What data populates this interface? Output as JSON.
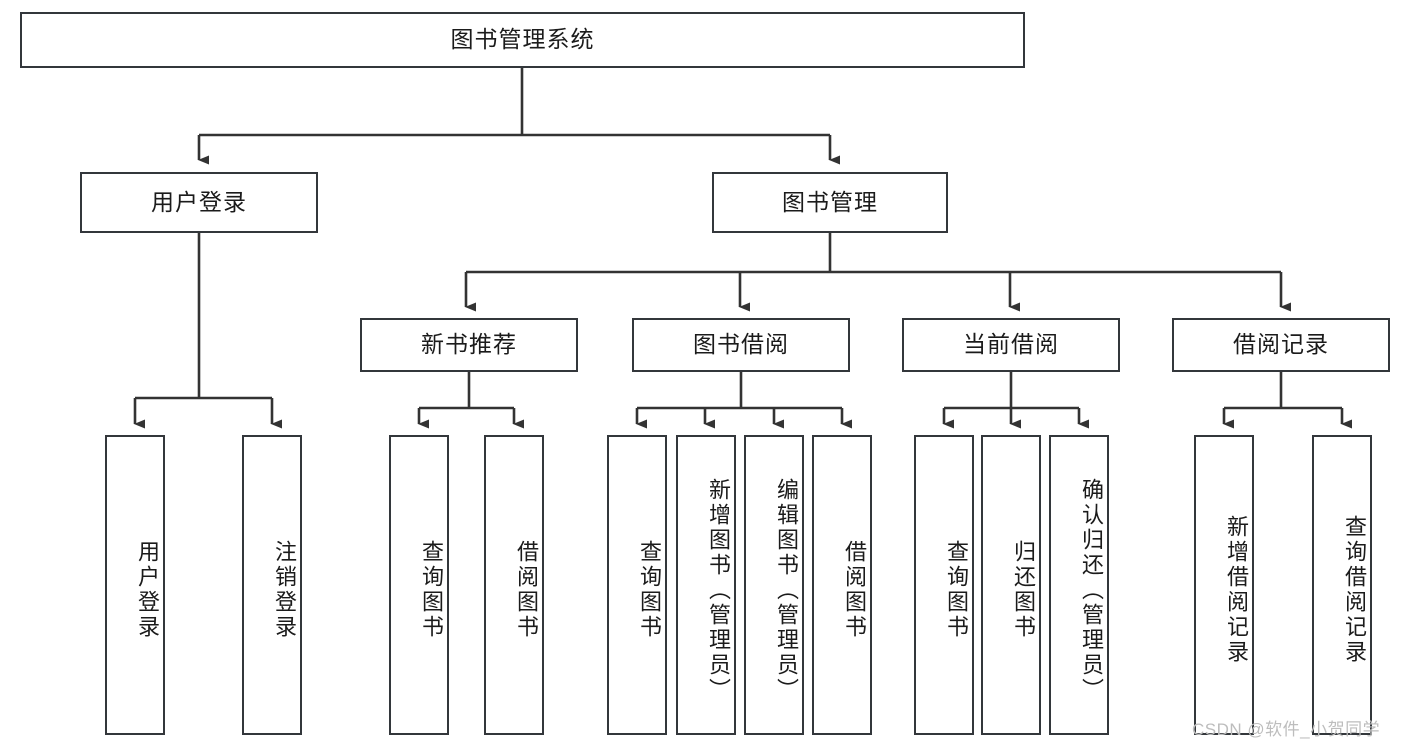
{
  "diagram": {
    "title": "图书管理系统",
    "watermark": "CSDN @软件_小贺同学",
    "colors": {
      "box_border": "#33373b",
      "box_fill": "#ffffff",
      "edge": "#333333",
      "text": "#1b1b1b",
      "watermark": "#bdbdbd"
    },
    "nodes": {
      "root": {
        "label": "图书管理系统"
      },
      "level2": [
        {
          "label": "用户登录"
        },
        {
          "label": "图书管理"
        }
      ],
      "level3": [
        {
          "label": "新书推荐"
        },
        {
          "label": "图书借阅"
        },
        {
          "label": "当前借阅"
        },
        {
          "label": "借阅记录"
        }
      ],
      "leaves": {
        "user_login": [
          {
            "label": "用户登录"
          },
          {
            "label": "注销登录"
          }
        ],
        "new_book_recommend": [
          {
            "label": "查询图书"
          },
          {
            "label": "借阅图书"
          }
        ],
        "book_borrow": [
          {
            "label": "查询图书"
          },
          {
            "label": "新增图书（管理员）"
          },
          {
            "label": "编辑图书（管理员）"
          },
          {
            "label": "借阅图书"
          }
        ],
        "current_borrow": [
          {
            "label": "查询图书"
          },
          {
            "label": "归还图书"
          },
          {
            "label": "确认归还（管理员）"
          }
        ],
        "borrow_record": [
          {
            "label": "新增借阅记录"
          },
          {
            "label": "查询借阅记录"
          }
        ]
      }
    }
  }
}
